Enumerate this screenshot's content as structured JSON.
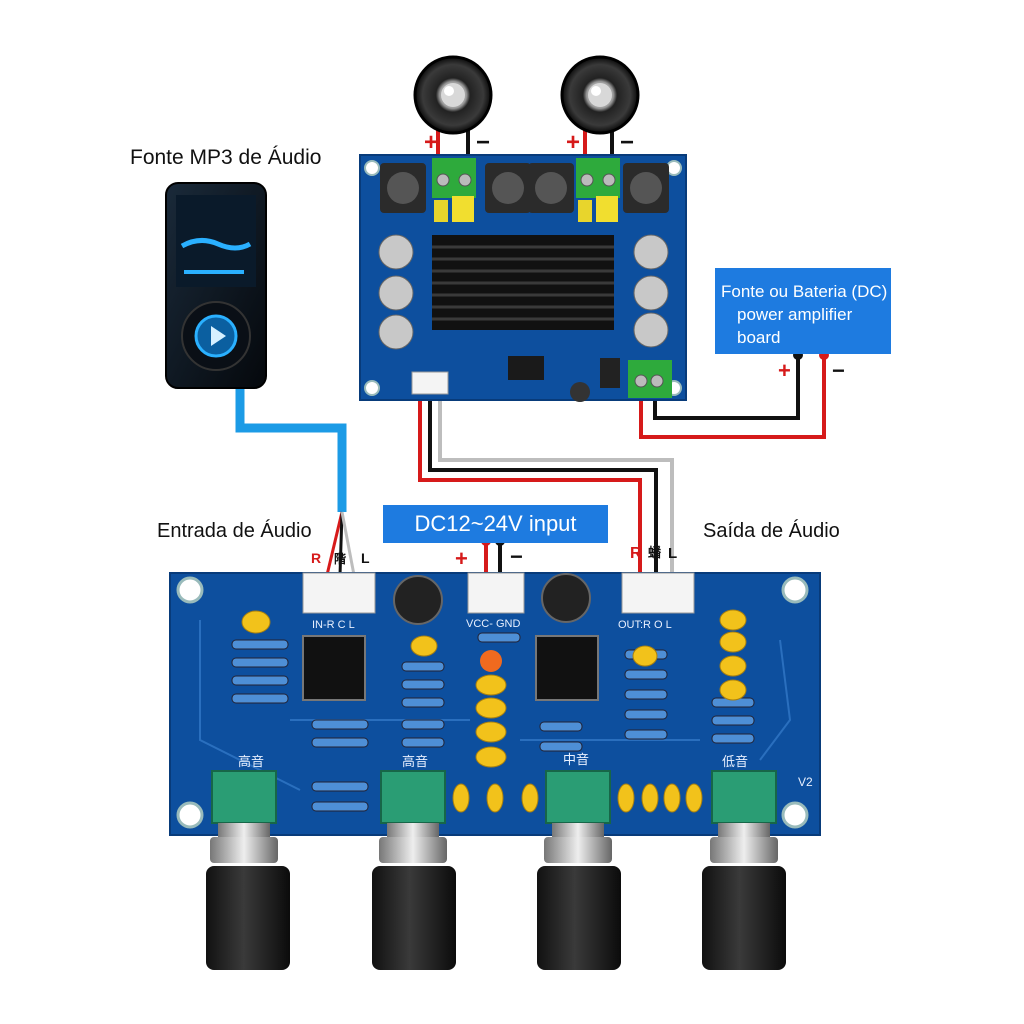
{
  "labels": {
    "mp3_source": "Fonte MP3 de Áudio",
    "audio_input": "Entrada de Áudio",
    "audio_output": "Saída de Áudio",
    "dc_input": "DC12~24V input",
    "power_box_line1": "Fonte ou Bateria (DC)",
    "power_box_line2": "power amplifier",
    "power_box_line3": "board"
  },
  "polarity": {
    "plus": "+",
    "minus": "−"
  },
  "input_connector": {
    "r": "R",
    "mid": "階",
    "l": "L"
  },
  "output_connector": {
    "r": "R",
    "mid": "蟠",
    "l": "L"
  },
  "silkscreen": {
    "in": "IN-R  C  L",
    "vcc_gnd": "VCC- GND",
    "out": "OUT:R  O  L",
    "knob1": "高音",
    "knob2": "高音",
    "knob3": "中音",
    "knob4": "低音",
    "version": "V2"
  },
  "colors": {
    "pcb": "#0d4f9e",
    "pcb_dark": "#083b7a",
    "wire_red": "#d61a1a",
    "wire_black": "#111111",
    "wire_white": "#bdbdbd",
    "wire_blue": "#1c9be6",
    "box_blue": "#1e7be0",
    "terminal_green": "#2eaa3c",
    "pot_green": "#2a9d74"
  }
}
